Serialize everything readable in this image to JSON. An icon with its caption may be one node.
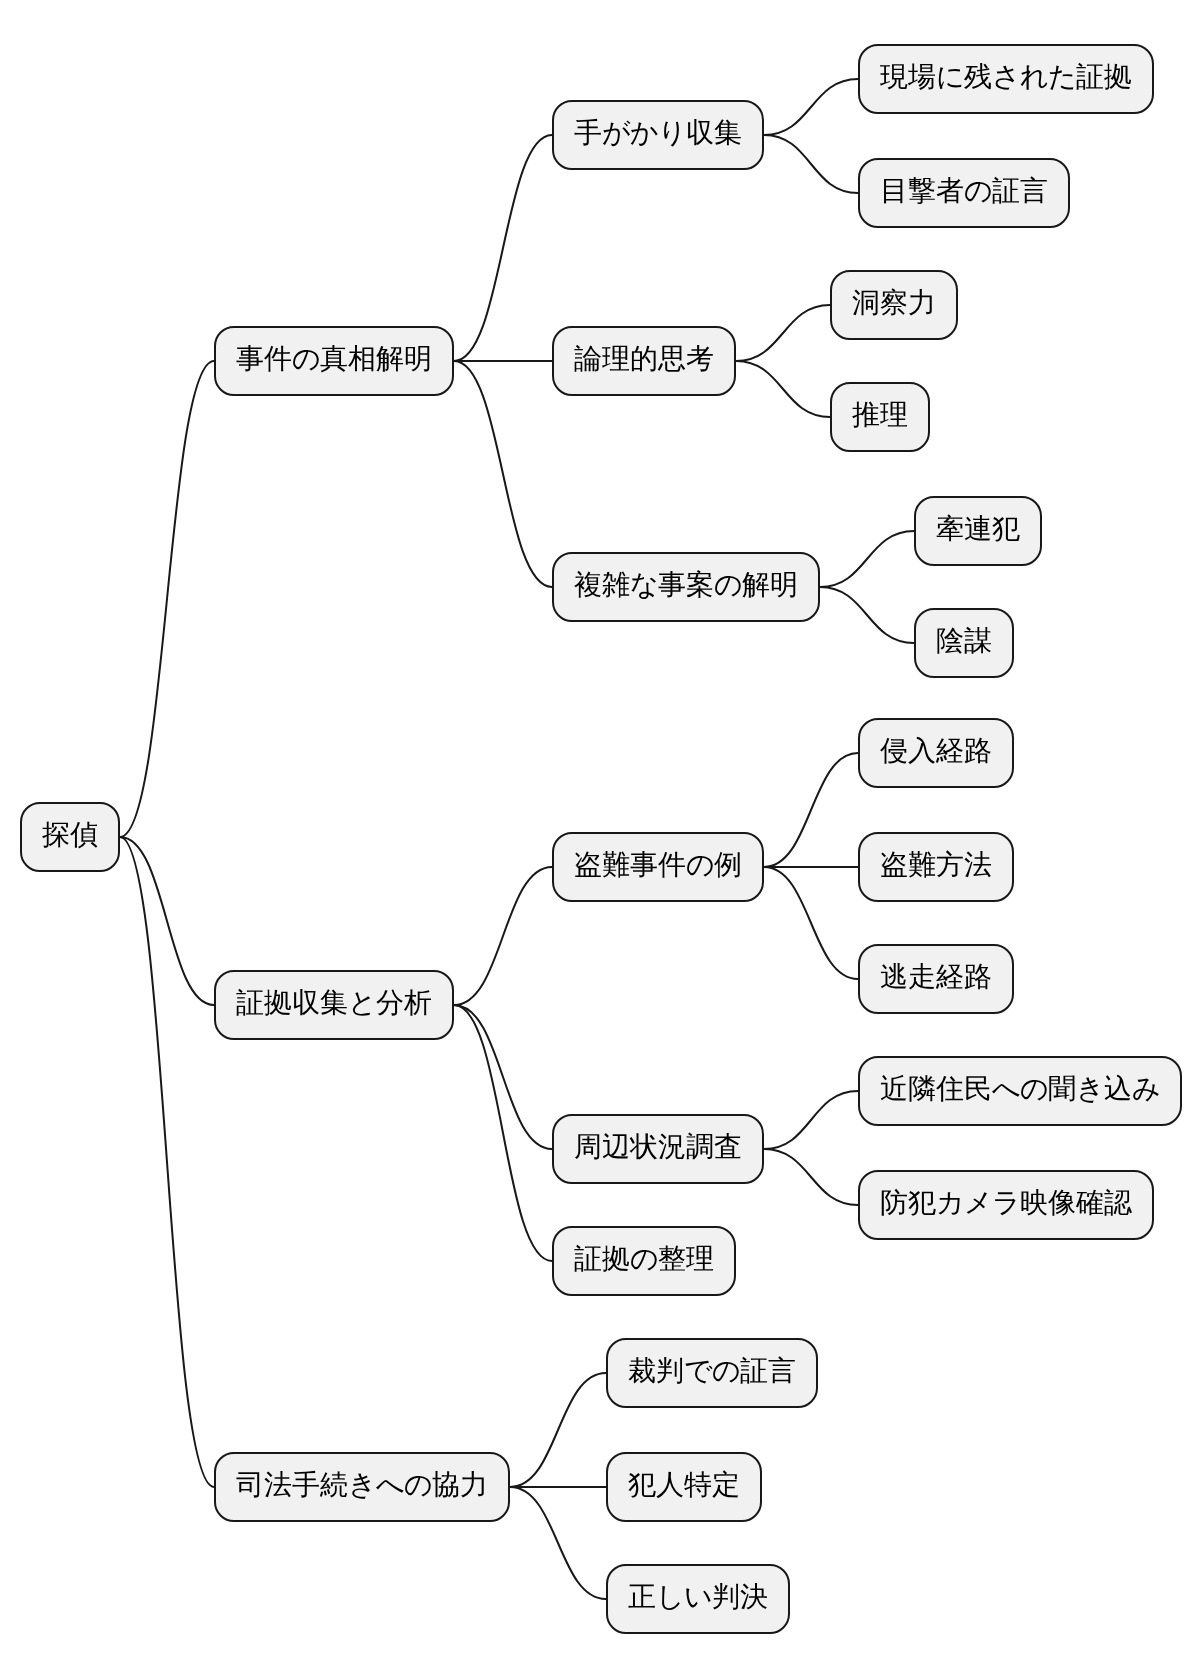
{
  "diagram": {
    "nodes": [
      {
        "text": [
          "探偵"
        ]
      },
      {
        "text": [
          "事件の真相解明"
        ]
      },
      {
        "text": [
          "手がかり収集"
        ]
      },
      {
        "text": [
          "現場に残された証拠"
        ]
      },
      {
        "text": [
          "目撃者の証言"
        ]
      },
      {
        "text": [
          "論理的思考"
        ]
      },
      {
        "text": [
          "洞察力"
        ]
      },
      {
        "text": [
          "推理"
        ]
      },
      {
        "text": [
          "複雑な事案の解明"
        ]
      },
      {
        "text": [
          "牽連犯"
        ]
      },
      {
        "text": [
          "陰謀"
        ]
      },
      {
        "text": [
          "証拠収集と分析"
        ]
      },
      {
        "text": [
          "盗難事件の例"
        ]
      },
      {
        "text": [
          "侵入経路"
        ]
      },
      {
        "text": [
          "盗難方法"
        ]
      },
      {
        "text": [
          "逃走経路"
        ]
      },
      {
        "text": [
          "周辺状況調査"
        ]
      },
      {
        "text": [
          "近隣住民への聞き込み"
        ]
      },
      {
        "text": [
          "防犯カメラ映像確認"
        ]
      },
      {
        "text": [
          "証拠の整理"
        ]
      },
      {
        "text": [
          "司法手続きへの協力"
        ]
      },
      {
        "text": [
          "裁判での証言"
        ]
      },
      {
        "text": [
          "犯人特定"
        ]
      },
      {
        "text": [
          "正しい判決"
        ]
      }
    ],
    "edges": [
      {
        "from": 0,
        "to": 1,
        "arrow": "none"
      },
      {
        "from": 1,
        "to": 2,
        "arrow": "none"
      },
      {
        "from": 2,
        "to": 3,
        "arrow": "none"
      },
      {
        "from": 2,
        "to": 4,
        "arrow": "none"
      },
      {
        "from": 1,
        "to": 5,
        "arrow": "none"
      },
      {
        "from": 5,
        "to": 6,
        "arrow": "none"
      },
      {
        "from": 5,
        "to": 7,
        "arrow": "none"
      },
      {
        "from": 1,
        "to": 8,
        "arrow": "none"
      },
      {
        "from": 8,
        "to": 9,
        "arrow": "none"
      },
      {
        "from": 8,
        "to": 10,
        "arrow": "none"
      },
      {
        "from": 0,
        "to": 11,
        "arrow": "none"
      },
      {
        "from": 11,
        "to": 12,
        "arrow": "none"
      },
      {
        "from": 12,
        "to": 13,
        "arrow": "none"
      },
      {
        "from": 12,
        "to": 14,
        "arrow": "none"
      },
      {
        "from": 12,
        "to": 15,
        "arrow": "none"
      },
      {
        "from": 11,
        "to": 16,
        "arrow": "none"
      },
      {
        "from": 16,
        "to": 17,
        "arrow": "none"
      },
      {
        "from": 16,
        "to": 18,
        "arrow": "none"
      },
      {
        "from": 11,
        "to": 19,
        "arrow": "none"
      },
      {
        "from": 0,
        "to": 20,
        "arrow": "none"
      },
      {
        "from": 20,
        "to": 21,
        "arrow": "none"
      },
      {
        "from": 20,
        "to": 22,
        "arrow": "none"
      },
      {
        "from": 20,
        "to": 23,
        "arrow": "none"
      }
    ]
  }
}
